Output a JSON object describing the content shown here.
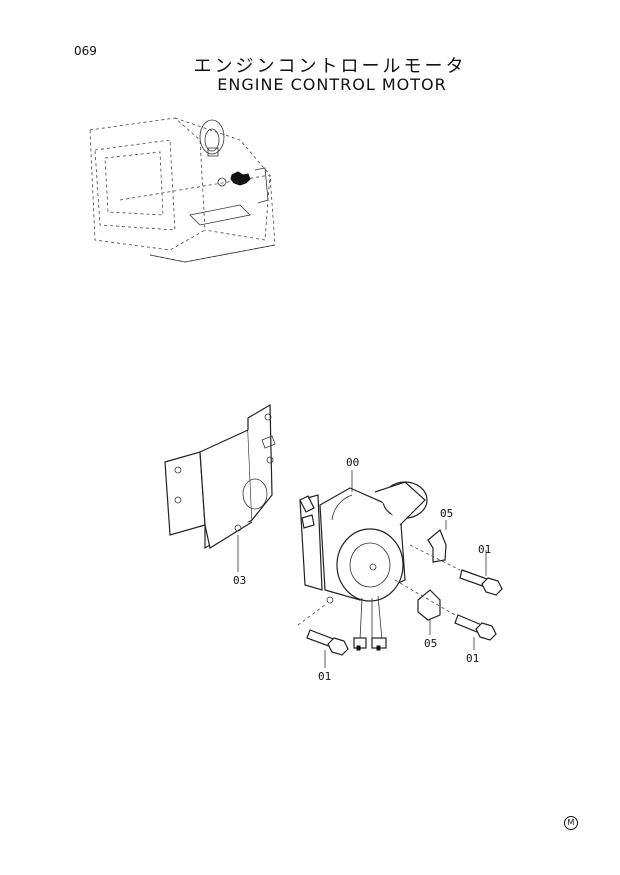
{
  "page": {
    "number": "069"
  },
  "title": {
    "japanese": "エンジンコントロールモータ",
    "english": "ENGINE CONTROL MOTOR"
  },
  "callouts": {
    "motor": "00",
    "bolt_upper": "01",
    "bolt_right": "01",
    "bolt_left": "01",
    "bracket": "03",
    "clip_upper": "05",
    "clip_lower": "05"
  },
  "marker": "M"
}
